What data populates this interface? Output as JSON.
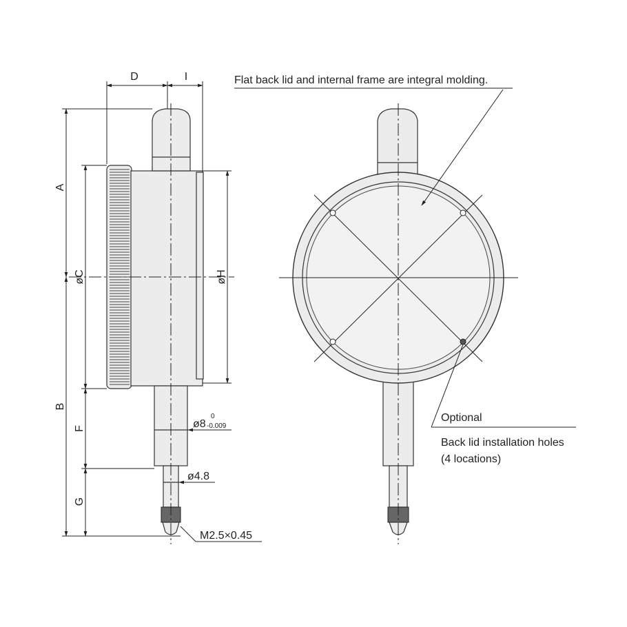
{
  "side_view": {
    "dim_D": "D",
    "dim_I": "I",
    "dim_A": "A",
    "dim_B": "B",
    "dim_C": "øC",
    "dim_H": "øH",
    "dim_F": "F",
    "dim_G": "G",
    "stem_dia_main": "ø8",
    "stem_tol_upper": "0",
    "stem_tol_lower": "-0.009",
    "spindle_dia": "ø4.8",
    "thread": "M2.5×0.45"
  },
  "front_view": {
    "note_top": "Flat back lid and internal frame are integral molding.",
    "note_optional": "Optional",
    "note_holes_line1": "Back lid installation holes",
    "note_holes_line2": "(4 locations)"
  }
}
